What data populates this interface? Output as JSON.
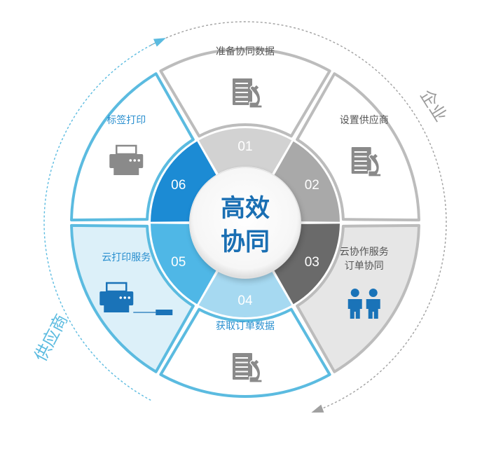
{
  "center": {
    "line1": "高效",
    "line2": "协同"
  },
  "side_labels": {
    "enterprise": "企业",
    "supplier": "供应商"
  },
  "segments": [
    {
      "num": "01",
      "label_lines": [
        "准备协同数据"
      ],
      "icon": "document-microscope-icon",
      "party": "enterprise"
    },
    {
      "num": "02",
      "label_lines": [
        "设置供应商"
      ],
      "icon": "document-microscope-icon",
      "party": "enterprise"
    },
    {
      "num": "03",
      "label_lines": [
        "云协作服务",
        "订单协同"
      ],
      "icon": "two-people-icon",
      "party": "enterprise"
    },
    {
      "num": "04",
      "label_lines": [
        "获取订单数据"
      ],
      "icon": "document-microscope-icon",
      "party": "supplier"
    },
    {
      "num": "05",
      "label_lines": [
        "云打印服务"
      ],
      "icon": "printer-cable-icon",
      "party": "supplier"
    },
    {
      "num": "06",
      "label_lines": [
        "标签打印"
      ],
      "icon": "printer-icon",
      "party": "supplier"
    }
  ],
  "colors": {
    "grey_outline": "#bcbcbc",
    "blue_outline": "#5bbbe0",
    "grey_fill": "#e6e6e6",
    "blue_fill": "#dcf0f9",
    "seg_label_grey": "#555555",
    "seg_label_blue": "#2a8fcf",
    "icon_grey": "#8a8a8a",
    "icon_blue": "#1a73b8",
    "center_text": "#1a6fb3",
    "ring_01": "#d2d2d2",
    "ring_02": "#a9a9a9",
    "ring_03": "#6a6a6a",
    "ring_04": "#a6d9f1",
    "ring_05": "#4fb7e6",
    "ring_06": "#1c8bd4",
    "arrow_grey": "#a0a0a0",
    "arrow_blue": "#5bbbe0"
  }
}
